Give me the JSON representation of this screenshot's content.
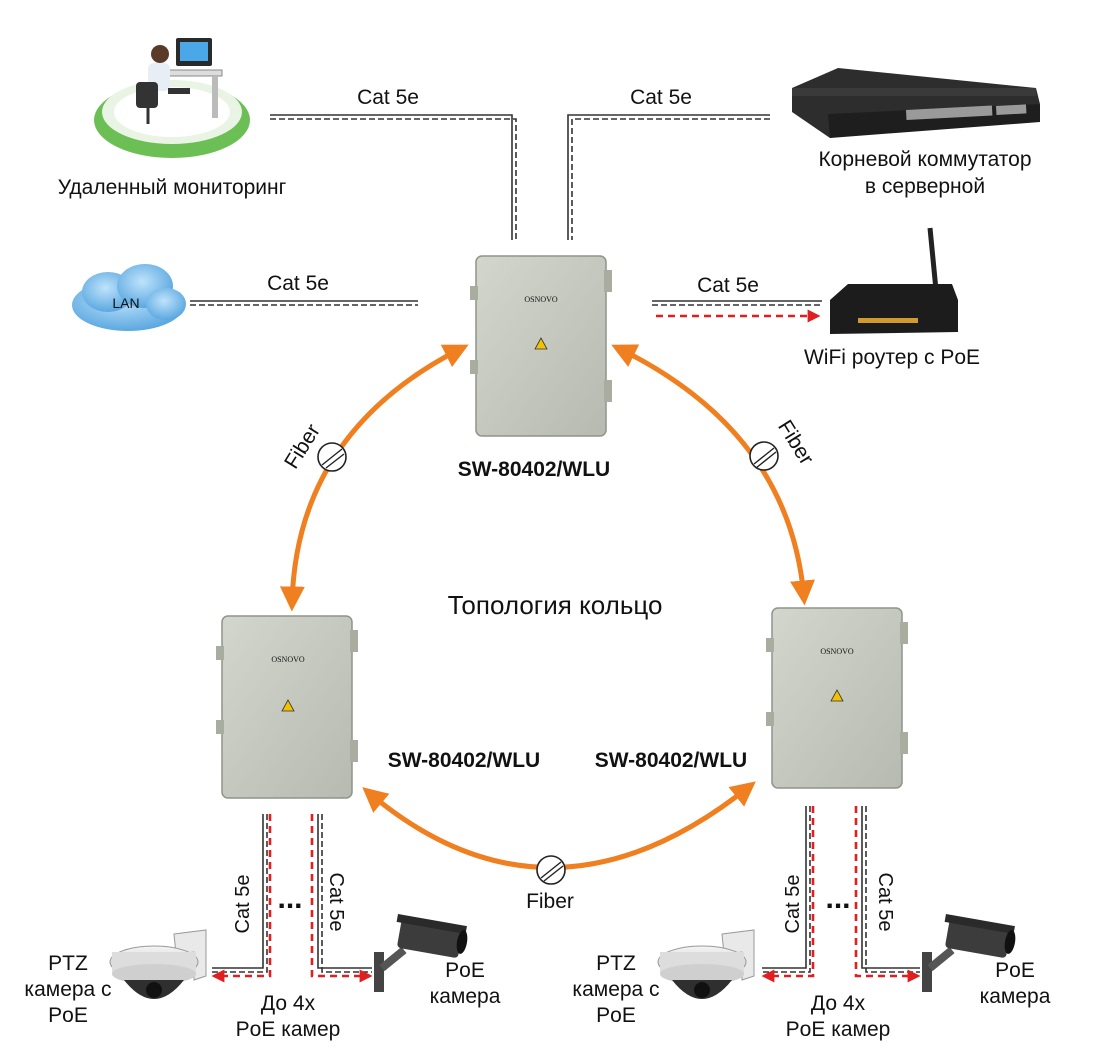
{
  "title": "Топология кольцо",
  "top": {
    "monitoring_label": "Удаленный мониторинг",
    "switch_label_line1": "Корневой коммутатор",
    "switch_label_line2": "в серверной",
    "cable_left": "Cat 5e",
    "cable_right": "Cat 5e"
  },
  "lan": {
    "cloud_text": "LAN",
    "cable": "Cat 5e"
  },
  "router": {
    "label": "WiFi роутер с PoE",
    "cable": "Cat 5e"
  },
  "devices": {
    "brand": "OSNOVO",
    "top_model": "SW-80402/WLU",
    "left_model": "SW-80402/WLU",
    "right_model": "SW-80402/WLU"
  },
  "fiber": {
    "left": "Fiber",
    "right": "Fiber",
    "bottom": "Fiber"
  },
  "bottom_left": {
    "cable_a": "Cat 5e",
    "cable_b": "Cat 5e",
    "ellipsis": "...",
    "ptz_line1": "PTZ",
    "ptz_line2": "камера с",
    "ptz_line3": "PoE",
    "poe_line1": "PoE",
    "poe_line2": "камера",
    "upto_line1": "До 4х",
    "upto_line2": "PoE камер"
  },
  "bottom_right": {
    "cable_a": "Cat 5e",
    "cable_b": "Cat 5e",
    "ellipsis": "...",
    "ptz_line1": "PTZ",
    "ptz_line2": "камера с",
    "ptz_line3": "PoE",
    "poe_line1": "PoE",
    "poe_line2": "камера",
    "upto_line1": "До 4х",
    "upto_line2": "PoE камер"
  },
  "colors": {
    "fiber_ring": "#f07f20",
    "poe_dashed": "#e02020",
    "enclosure": "#c9ccc2",
    "cloud": "#5aa9e6",
    "monitoring_ring": "#6cbf55"
  },
  "icons": [
    "monitoring-workstation-icon",
    "root-switch-icon",
    "lan-cloud-icon",
    "wifi-router-icon",
    "enclosure-icon",
    "fiber-connector-icon",
    "ptz-camera-icon",
    "bullet-camera-icon"
  ]
}
